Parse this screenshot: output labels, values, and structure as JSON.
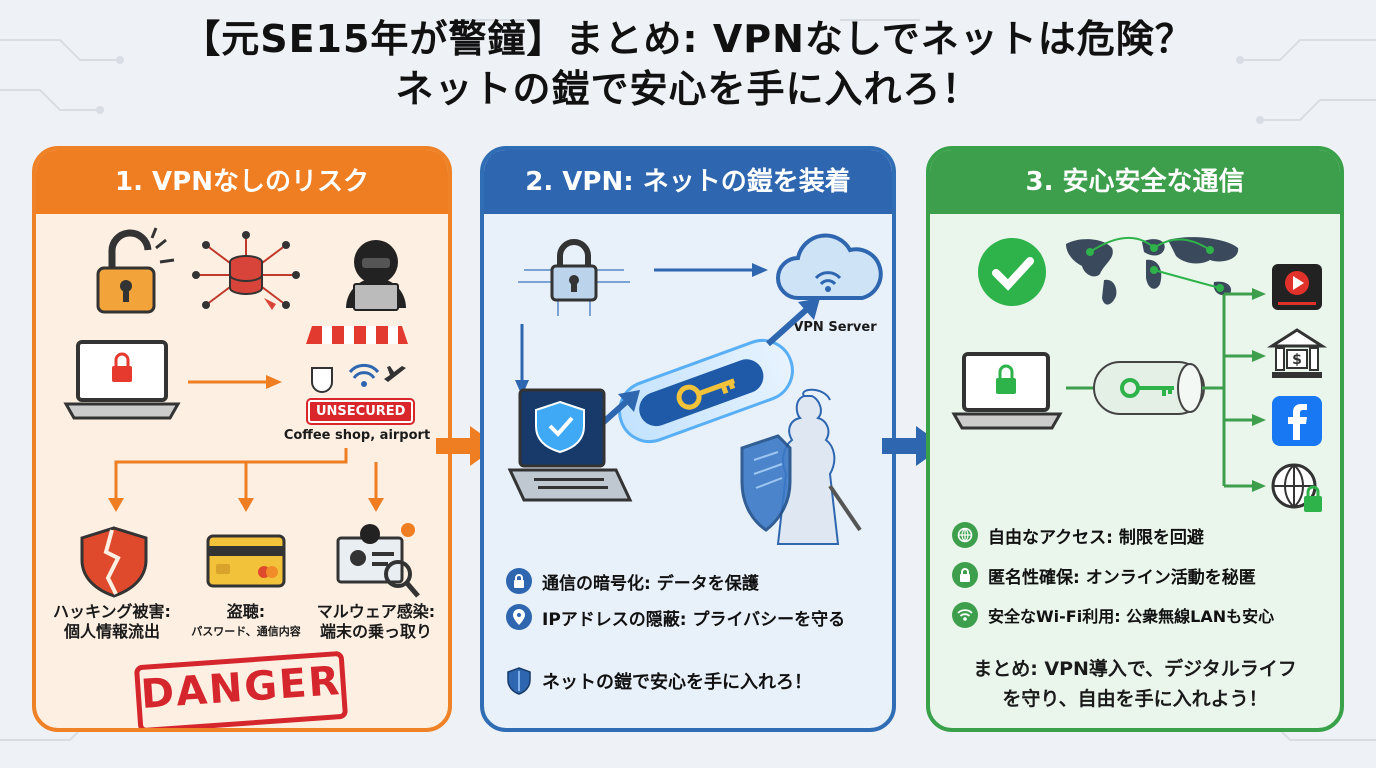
{
  "title": {
    "line1": "【元SE15年が警鐘】まとめ: VPNなしでネットは危険？",
    "line2": "ネットの鎧で安心を手に入れろ！"
  },
  "panel1": {
    "header": "1. VPNなしのリスク",
    "unsecured": "UNSECURED",
    "wifi_caption": "Coffee shop, airport",
    "risks": [
      {
        "line1": "ハッキング被害:",
        "line2": "個人情報流出"
      },
      {
        "line1": "盗聴:",
        "line2": "パスワード、通信内容"
      },
      {
        "line1": "マルウェア感染:",
        "line2": "端末の乗っ取り"
      }
    ],
    "stamp": "DANGER"
  },
  "panel2": {
    "header": "2. VPN: ネットの鎧を装着",
    "server_label": "VPN Server",
    "features": [
      {
        "icon": "lock-icon",
        "text": "通信の暗号化: データを保護"
      },
      {
        "icon": "location-pin-icon",
        "text": "IPアドレスの隠蔽: プライバシーを守る"
      }
    ],
    "tagline": "ネットの鎧で安心を手に入れろ！"
  },
  "panel3": {
    "header": "3. 安心安全な通信",
    "benefits": [
      {
        "icon": "globe-icon",
        "text": "自由なアクセス: 制限を回避"
      },
      {
        "icon": "lock-icon",
        "text": "匿名性確保: オンライン活動を秘匿"
      },
      {
        "icon": "wifi-icon",
        "text": "安全なWi-Fi利用: 公衆無線LANも安心"
      }
    ],
    "summary_line1": "まとめ: VPN導入で、デジタルライフ",
    "summary_line2": "を守り、自由を手に入れよう！"
  },
  "colors": {
    "orange": "#ef7d21",
    "blue": "#2e66b0",
    "green": "#3d9f4b",
    "danger_red": "#d4262c"
  }
}
